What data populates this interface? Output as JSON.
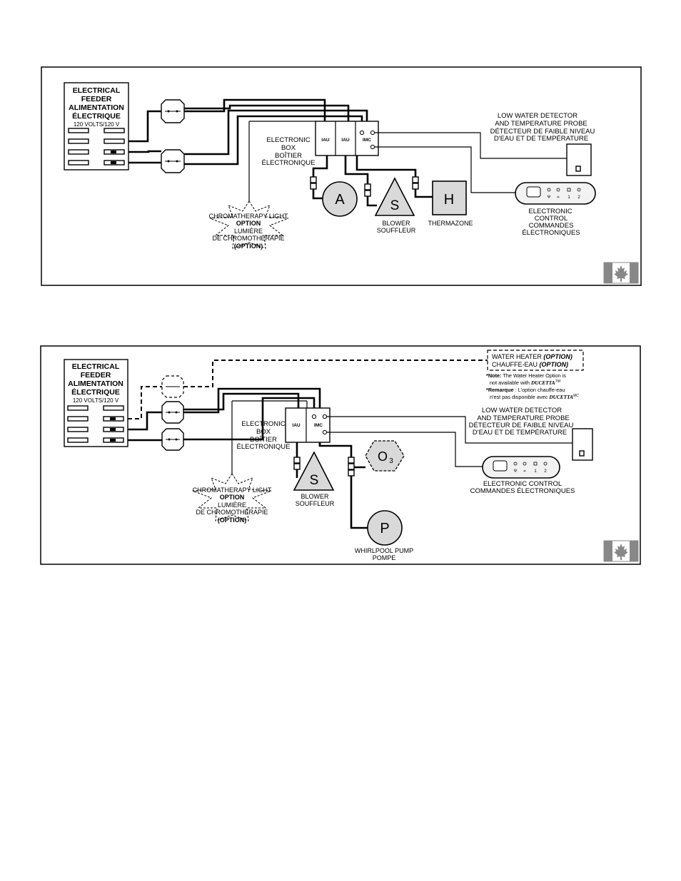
{
  "diagram1": {
    "feeder": {
      "l1": "ELECTRICAL",
      "l2": "FEEDER",
      "l3": "ALIMENTATION",
      "l4": "ÉLECTRIQUE",
      "volts": "120 VOLTS/120 V"
    },
    "box": {
      "l1": "ELECTRONIC",
      "l2": "BOX",
      "l3": "BOÎTIER",
      "l4": "ÉLECTRONIQUE",
      "iau1": "IAU",
      "iau2": "IAU",
      "imc": "IMC"
    },
    "detector": {
      "l1": "LOW WATER DETECTOR",
      "l2": "AND TEMPERATURE PROBE",
      "l3": "DÉTECTEUR DE FAIBLE NIVEAU",
      "l4": "D'EAU ET DE TEMPÉRATURE"
    },
    "control": {
      "l1": "ELECTRONIC",
      "l2": "CONTROL",
      "l3": "COMMANDES",
      "l4": "ÉLECTRONIQUES"
    },
    "chroma": {
      "l1": "CHROMATHERAPY LIGHT",
      "l2": "OPTION",
      "l3": "LUMIÈRE",
      "l4": "DE CHROMOTHÉRAPIE",
      "l5": "(OPTION)"
    },
    "motor_a": "A",
    "blower": {
      "symbol": "S",
      "l1": "BLOWER",
      "l2": "SOUFFLEUR"
    },
    "thermazone": {
      "symbol": "H",
      "label": "THERMAZONE"
    }
  },
  "diagram2": {
    "feeder": {
      "l1": "ELECTRICAL",
      "l2": "FEEDER",
      "l3": "ALIMENTATION",
      "l4": "ÉLECTRIQUE",
      "volts": "120 VOLTS/120 V"
    },
    "heater": {
      "l1a": "WATER HEATER ",
      "l1b": "(OPTION)",
      "l2a": "CHAUFFE-EAU ",
      "l2b": "(OPTION)"
    },
    "note": {
      "n1a": "*Note:",
      "n1b": " The Water Heater Option is",
      "n2a": "not available with ",
      "n2b": "DUCETTA",
      "n2c": "TM",
      "n3a": "*Remarque",
      "n3b": " : L'option chauffe-eau",
      "n4a": "n'est pas disponible avec ",
      "n4b": "DUCETTA",
      "n4c": "MC"
    },
    "box": {
      "l1": "ELECTRONIC",
      "l2": "BOX",
      "l3": "BOÎTIER",
      "l4": "ÉLECTRONIQUE",
      "iau": "IAU",
      "imc": "IMC"
    },
    "detector": {
      "l1": "LOW WATER DETECTOR",
      "l2": "AND TEMPERATURE PROBE",
      "l3": "DÉTECTEUR DE FAIBLE NIVEAU",
      "l4": "D'EAU ET DE TEMPÉRATURE"
    },
    "control": {
      "l1": "ELECTRONIC  CONTROL",
      "l2": "COMMANDES ÉLECTRONIQUES"
    },
    "chroma": {
      "l1": "CHROMATHERAPY LIGHT",
      "l2": "OPTION",
      "l3": "LUMIÈRE",
      "l4": "DE CHROMOTHÉRAPIE",
      "l5": "(OPTION)"
    },
    "ozone": {
      "symbol": "O",
      "sub": "3"
    },
    "blower": {
      "symbol": "S",
      "l1": "BLOWER",
      "l2": "SOUFFLEUR"
    },
    "pump": {
      "symbol": "P",
      "l1": "WHIRLPOOL PUMP",
      "l2": "POMPE"
    }
  },
  "colors": {
    "component_fill": "#d9d9d9",
    "line": "#000000",
    "flag": "#888888"
  },
  "icons": [
    "canada-flag-icon",
    "breaker-icon",
    "maple-leaf-icon"
  ]
}
